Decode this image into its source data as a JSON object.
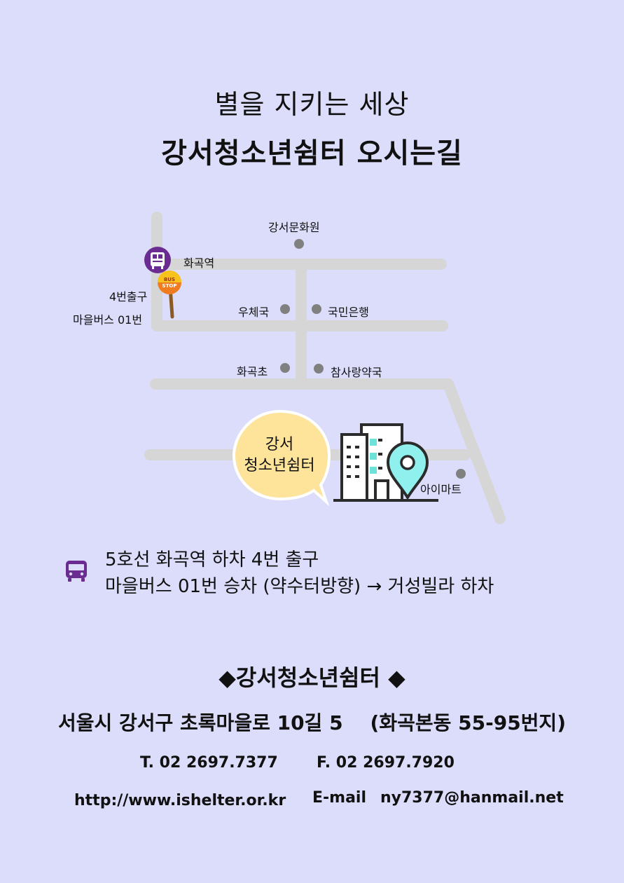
{
  "header": {
    "title_top": "별을 지키는 세상",
    "title_main": "강서청소년쉼터 오시는길"
  },
  "map": {
    "labels": {
      "culture_center": "강서문화원",
      "station": "화곡역",
      "exit": "4번출구",
      "bus": "마을버스 01번",
      "post_office": "우체국",
      "bank": "국민은행",
      "school": "화곡초",
      "pharmacy": "참사랑약국",
      "mart": "아이마트"
    },
    "bus_stop_sign": {
      "line1": "BUS",
      "line2": "STOP"
    },
    "bubble": {
      "line1": "강서",
      "line2": "청소년쉼터"
    },
    "colors": {
      "road": "#d6d6d6",
      "dot": "#808080",
      "subway_icon": "#6b2c91",
      "bubble_fill": "#fde49a",
      "pin": "#8ff0ee",
      "bus_stop_orange": "#f07c20"
    }
  },
  "directions": {
    "icon": "bus-icon",
    "line1": "5호선 화곡역 하차 4번 출구",
    "line2": "마을버스 01번 승차 (약수터방향)  →  거성빌라 하차"
  },
  "contact": {
    "org_name": "◆강서청소년쉼터 ◆",
    "address": "서울시 강서구 초록마을로 10길 5    (화곡본동 55-95번지)",
    "tel": "T. 02 2697.7377",
    "fax": "F. 02 2697.7920",
    "website": "http://www.ishelter.or.kr",
    "email_label": "E-mail",
    "email": "ny7377@hanmail.net"
  }
}
